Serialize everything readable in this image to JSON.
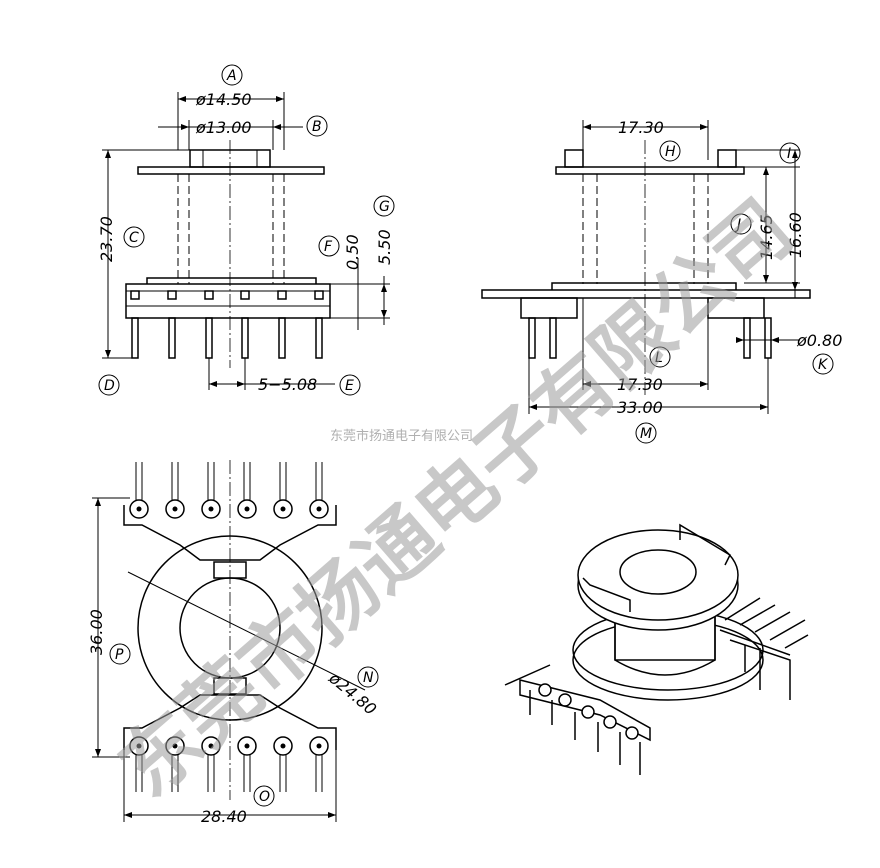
{
  "dimensions": {
    "A": "ø14.50",
    "B": "ø13.00",
    "C": "23.70",
    "F": "0.50",
    "G": "5.50",
    "E": "5−5.08",
    "H": "17.30",
    "J": "14.65",
    "I": "16.60",
    "K": "ø0.80",
    "L": "17.30",
    "M": "33.00",
    "P": "36.00",
    "N": "ø24.80",
    "O": "28.40"
  },
  "labels": {
    "A": "A",
    "B": "B",
    "C": "C",
    "D": "D",
    "E": "E",
    "F": "F",
    "G": "G",
    "H": "H",
    "I": "I",
    "J": "J",
    "K": "K",
    "L": "L",
    "M": "M",
    "N": "N",
    "O": "O",
    "P": "P"
  },
  "watermark": {
    "small": "东莞市扬通电子有限公司",
    "large": "东莞市扬通电子有限公司"
  }
}
